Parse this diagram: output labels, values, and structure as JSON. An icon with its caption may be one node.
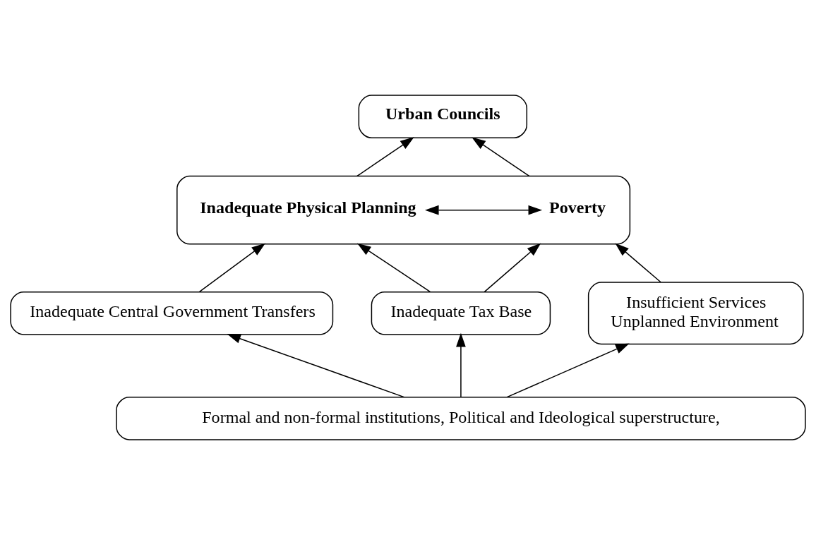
{
  "diagram": {
    "nodes": [
      {
        "text": [
          "Urban Councils"
        ]
      },
      {
        "text": [],
        "shape": "box"
      },
      {
        "text": [
          "Inadequate Physical Planning"
        ],
        "in": 1
      },
      {
        "text": [
          "Poverty"
        ],
        "in": 1
      },
      {
        "text": [
          "Inadequate Central Government Transfers"
        ]
      },
      {
        "text": [
          "Inadequate Tax Base"
        ]
      },
      {
        "text": [
          "Insufficient Services",
          "Unplanned Environment"
        ]
      },
      {
        "text": [
          "Formal and non-formal institutions, Political and Ideological superstructure,"
        ]
      }
    ],
    "edges": [
      {
        "from": 1,
        "to": 0,
        "arrow": "to"
      },
      {
        "from": 1,
        "to": 0,
        "arrow": "to"
      },
      {
        "from": 2,
        "to": 3,
        "arrow": "both"
      },
      {
        "from": 4,
        "to": 1,
        "arrow": "to"
      },
      {
        "from": 5,
        "to": 1,
        "arrow": "to"
      },
      {
        "from": 5,
        "to": 1,
        "arrow": "to"
      },
      {
        "from": 6,
        "to": 1,
        "arrow": "to"
      },
      {
        "from": 7,
        "to": 4,
        "arrow": "to"
      },
      {
        "from": 7,
        "to": 5,
        "arrow": "to"
      },
      {
        "from": 7,
        "to": 6,
        "arrow": "to"
      }
    ]
  }
}
